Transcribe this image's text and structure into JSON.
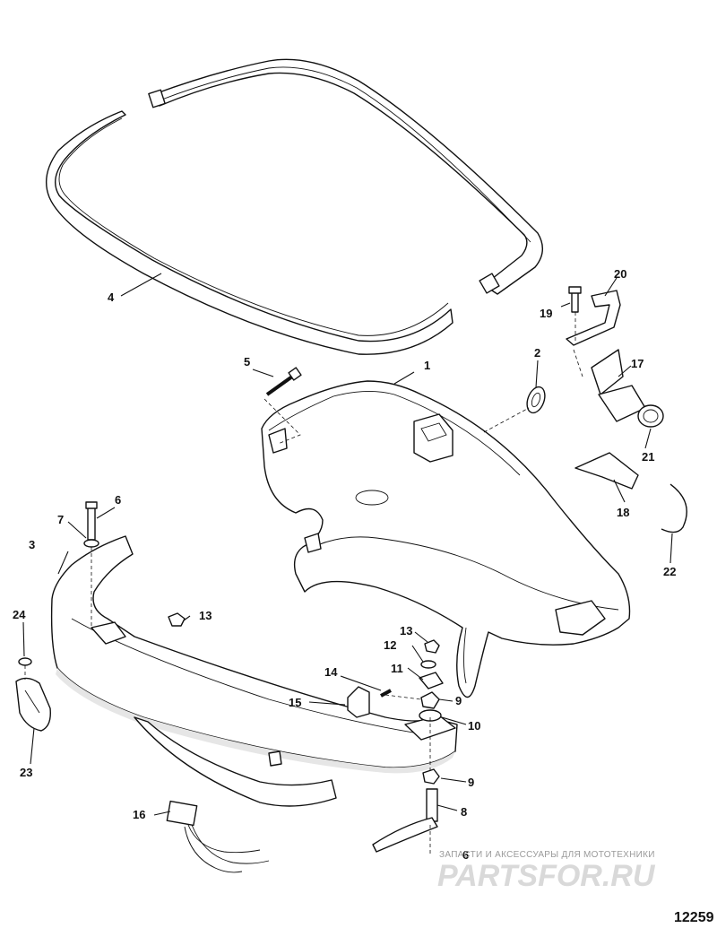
{
  "callouts": [
    "1",
    "2",
    "3",
    "4",
    "5",
    "6",
    "7",
    "8",
    "9",
    "10",
    "11",
    "12",
    "13",
    "14",
    "15",
    "16",
    "17",
    "18",
    "19",
    "20",
    "21",
    "22",
    "23",
    "24"
  ],
  "labels": {
    "p1": "1",
    "p2": "2",
    "p3": "3",
    "p4": "4",
    "p5": "5",
    "p6a": "6",
    "p6b": "6",
    "p7": "7",
    "p8": "8",
    "p9a": "9",
    "p9b": "9",
    "p10": "10",
    "p11": "11",
    "p12": "12",
    "p13a": "13",
    "p13b": "13",
    "p14": "14",
    "p15": "15",
    "p16": "16",
    "p17": "17",
    "p18": "18",
    "p19": "19",
    "p20": "20",
    "p21": "21",
    "p22": "22",
    "p23": "23",
    "p24": "24"
  },
  "watermark": {
    "text": "ЗАПАСТИ И АКСЕССУАРЫ ДЛЯ МОТОТЕХНИКИ",
    "logo": "PARTSFOR.RU"
  },
  "figure_number": "12259"
}
